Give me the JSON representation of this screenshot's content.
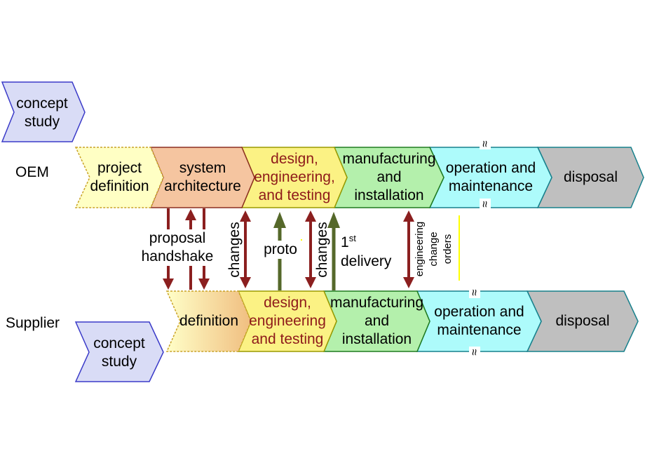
{
  "colors": {
    "dark_red": "#8B1F1F",
    "olive_green": "#55682A",
    "design_text": "#8E1A1A",
    "lavender": "#D9DCF6",
    "lavender_border": "#3A3AC8",
    "pale_yellow": "#FFFFC4",
    "dashed_border": "#C9A227",
    "salmon": "#F5C5A0",
    "salmon_border": "#8B2E20",
    "yellow": "#FBF284",
    "yellow_border": "#9A9A00",
    "green": "#B4F0AC",
    "green_border": "#1F7A1F",
    "cyan": "#ADFBFB",
    "cyan_border": "#17808C",
    "gray": "#BFBFBF",
    "grad_from": "#FFFFC8",
    "grad_to": "#F0BE80",
    "yellow_line": "#FFFF00"
  },
  "lanes": {
    "oem": "OEM",
    "supplier": "Supplier"
  },
  "oem": {
    "concept": "concept\nstudy",
    "stages": [
      {
        "label": "project\ndefinition"
      },
      {
        "label": "system\narchitecture"
      },
      {
        "label": "design,\nengineering,\nand testing"
      },
      {
        "label": "manufacturing\nand\ninstallation"
      },
      {
        "label": "operation and\nmaintenance"
      },
      {
        "label": "disposal"
      }
    ]
  },
  "supplier": {
    "concept": "concept\nstudy",
    "stages": [
      {
        "label": "definition"
      },
      {
        "label": "design,\nengineering\nand testing"
      },
      {
        "label": "manufacturing\nand\ninstallation"
      },
      {
        "label": "operation and\nmaintenance"
      },
      {
        "label": "disposal"
      }
    ]
  },
  "flows": {
    "proposal_handshake": "proposal\nhandshake",
    "changes_left": "changes",
    "proto": "proto",
    "changes_right": "changes",
    "delivery_base": "1",
    "delivery_sup": "st",
    "delivery_word": "delivery",
    "eco": "engineering\nchange\norders"
  },
  "symbols": {
    "break": "≈"
  }
}
